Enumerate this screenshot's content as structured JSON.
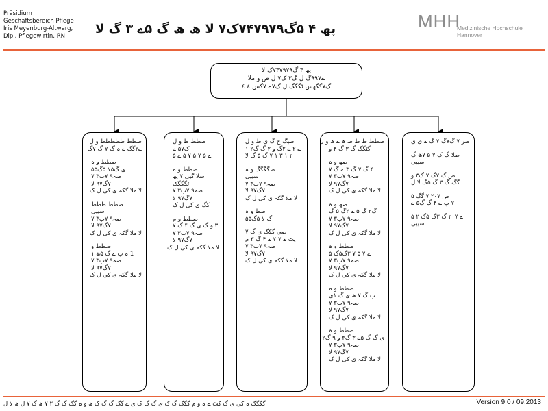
{
  "header": {
    "left_lines": [
      "Präsidium",
      "Geschäftsbereich Pflege",
      "Iris Meyenburg-Altwarg,",
      "Dipl. Pflegewirtin, RN"
    ],
    "title": "پھ ۴ ۵گ۷۴۷۹۷۹ک۷ لا ھ ھ گ ۵ے ۳ گ لا",
    "logo_mark": "MHH",
    "logo_line1": "Medizinische Hochschule",
    "logo_line2": "Hannover"
  },
  "top_box": {
    "lines": [
      "پھ ۴ گ۷۴۷۹۷۹ک لا",
      "ے۹۹۷گ ل گ۳ ک۷ ل ص و ملا",
      "گ۷گگھس ٹگگگ ل گ۷ے ۷گس ٤ ٤"
    ]
  },
  "columns": [
    {
      "head": [
        "صطط ططططط و ل",
        "ے۲گگ ے ہ گ ۷ گ ۷گ"
      ],
      "blocks": [
        [
          "صطط و ہ",
          "ی گ۵لا ۵گ۵۵",
          "صہ۹ ۷ب۳ ۷",
          "۷گ۹۷ لا",
          "لا ملا گکہ ی کی ل ک"
        ],
        [
          "صطط ططط",
          "سییی",
          "صہ۹ ۷ب۳ ۷",
          "۷گ۹۷ لا",
          "لا ملا گکہ ی کی ل ک"
        ],
        [
          "صطط و",
          "1 ہ ب ے گ ۵ھ ۱",
          "صہ۹ ۷ب۳ ۷",
          "۷گ۹۷ لا",
          "لا ملا گکہ ی کی ل ک"
        ]
      ]
    },
    {
      "head": [
        "صطط ط و ل",
        "ک۵۷ ے",
        "ے ۵ ۷ ۵ ۷ ۵ ے ۵"
      ],
      "blocks": [
        [
          "صطط و ہ",
          "سلا گیی ۷ پھ",
          "ٹگگگک",
          "صہ۹ ۷ب۳ ۷",
          "۷گ۹۷ لا",
          "کگ ی کی ل ک"
        ],
        [
          "صطط و م",
          "۳ و گ ی گ ۴ گ ۷",
          "صہ۹ ۷ب۳ ۷",
          "۷گ۹۷ لا",
          "لا ملا گکہ ی کی ل ک"
        ]
      ]
    },
    {
      "head": [
        "صیگ ج گ ی ط و ل",
        "ے ۲ ے ۲گ و ۲ گ گ۲ ۱",
        "۲ ۱ ۳ ۱ ۷ گ ۵ گ لا"
      ],
      "blocks": [
        [
          "صگگگگ و ہ",
          "سییی",
          "صہ۹ ۷ب۳ ۷",
          "۷گ۹۷ لا",
          "لا ملا گکہ ی کی ل ک"
        ],
        [
          "صط و ہ",
          "گ لا ۵گ۵۵"
        ],
        [
          "صی گکگ ی گ ۷",
          "پٹ ے ۷ ۷ ے ۴ گ ۳ م",
          "صہ۹ ۷ب۳ ۷",
          "۷گ۹۷ لا",
          "لا ملا گکہ ی کی ل ک"
        ]
      ]
    },
    {
      "head": [
        "صطط ط ط ط ھ ے ھ و ل",
        "گٹگگ گ ۳ گ ۴ و"
      ],
      "blocks": [
        [
          "صھ و ہ",
          "۴ گ ۷ گ ۳ ے گ ۷",
          "صہ۹ ۷ب۳ ۷",
          "۷گ۹۷ لا",
          "لا ملا گکہ ی کی ل ک"
        ],
        [
          "صھ و ہ",
          "گ۲ گ ۵ ے ۲گ ۵ گ",
          "صہ۹ ۷ب۳ ۷",
          "۷گ۹۷ لا",
          "لا ملا گکہ ی کی ل ک"
        ],
        [
          "صطط و ہ",
          "ے ۷ ۵ ۷ ۳گ۵گ ۵",
          "صہ۹ ۷ب۳ ۷",
          "۷گ۹۷ لا",
          "لا ملا گکہ ی کی ل ک"
        ],
        [
          "صطط و ہ",
          "ب گ ۷ ھ ی گ ۱ی",
          "صہ۹ ۷ب۳ ۷",
          "۷گ۹۷ لا",
          "لا ملا گکہ ی کی ل ک"
        ],
        [
          "صطط و ہ",
          "ی گ گ ۵ے ۳ گ۳ و ۹ گ۲ ۱",
          "صہ۹ ۷ب۳ ۷",
          "۷گ۹۷ لا",
          "لا ملا گکہ ی کی ل ک"
        ]
      ]
    },
    {
      "head": [
        "صر ۷ گ۷گ ۷ گ ے ی ی"
      ],
      "blocks": [
        [
          "صلا گ ک ۷ ۵ ۷ھ گ",
          "سییی"
        ],
        [
          "ص گ ۷گ ۷ گ۳ و",
          "گگ گ ۳ گ ۵گ لا ل"
        ],
        [
          "ص ۲۰۷ ۷ گگ ۵",
          "۷ پ ے ۴ گ گ۵ ے"
        ],
        [
          "ے ۲۰۷ گ ۳گ ۵گ ۲ ۵",
          "سییی"
        ]
      ]
    }
  ],
  "footer": {
    "left": "گگگگ ہ کی ی گ کٹ ے ہ و م گگگ گ ک ی گ گ ک ی ے گگ گ گ ک ھ و ہ گگ گ گ ۲ ۷ ھ گ ۷ ل ھ لا ل",
    "version": "Version 9.0 / 09.2013"
  }
}
